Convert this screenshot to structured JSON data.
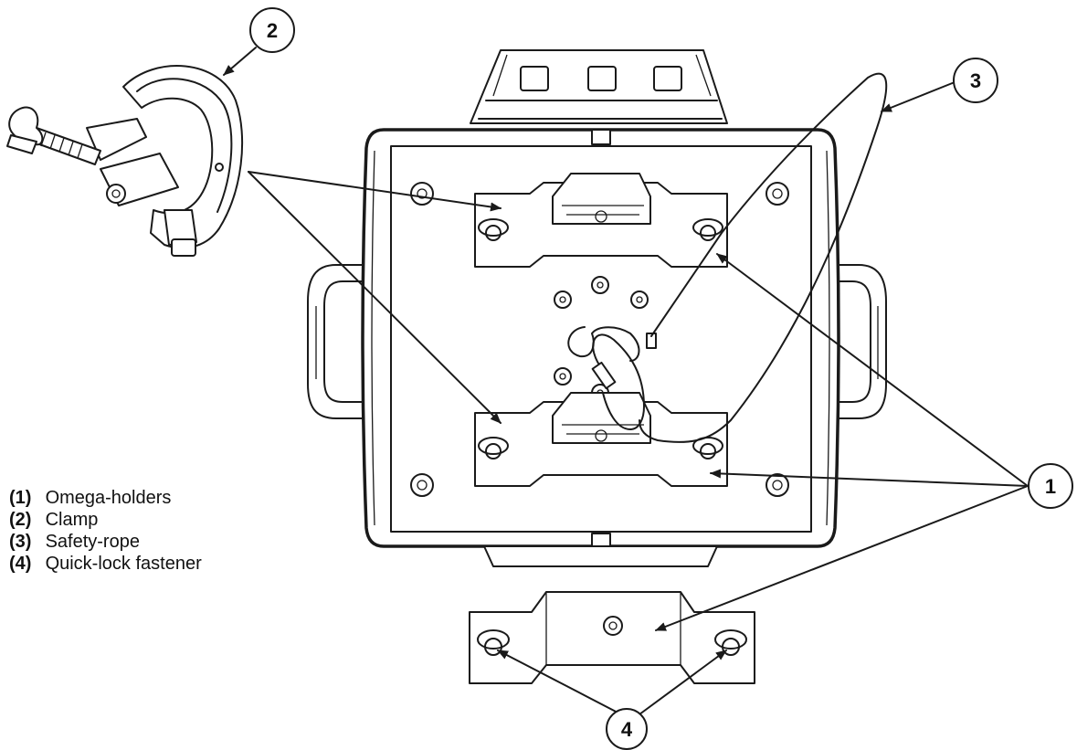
{
  "callouts": [
    {
      "id": "c1",
      "label": "1"
    },
    {
      "id": "c2",
      "label": "2"
    },
    {
      "id": "c3",
      "label": "3"
    },
    {
      "id": "c4",
      "label": "4"
    }
  ],
  "legend": [
    {
      "num": "(1)",
      "text": "Omega-holders"
    },
    {
      "num": "(2)",
      "text": "Clamp"
    },
    {
      "num": "(3)",
      "text": "Safety-rope"
    },
    {
      "num": "(4)",
      "text": "Quick-lock fastener"
    }
  ]
}
